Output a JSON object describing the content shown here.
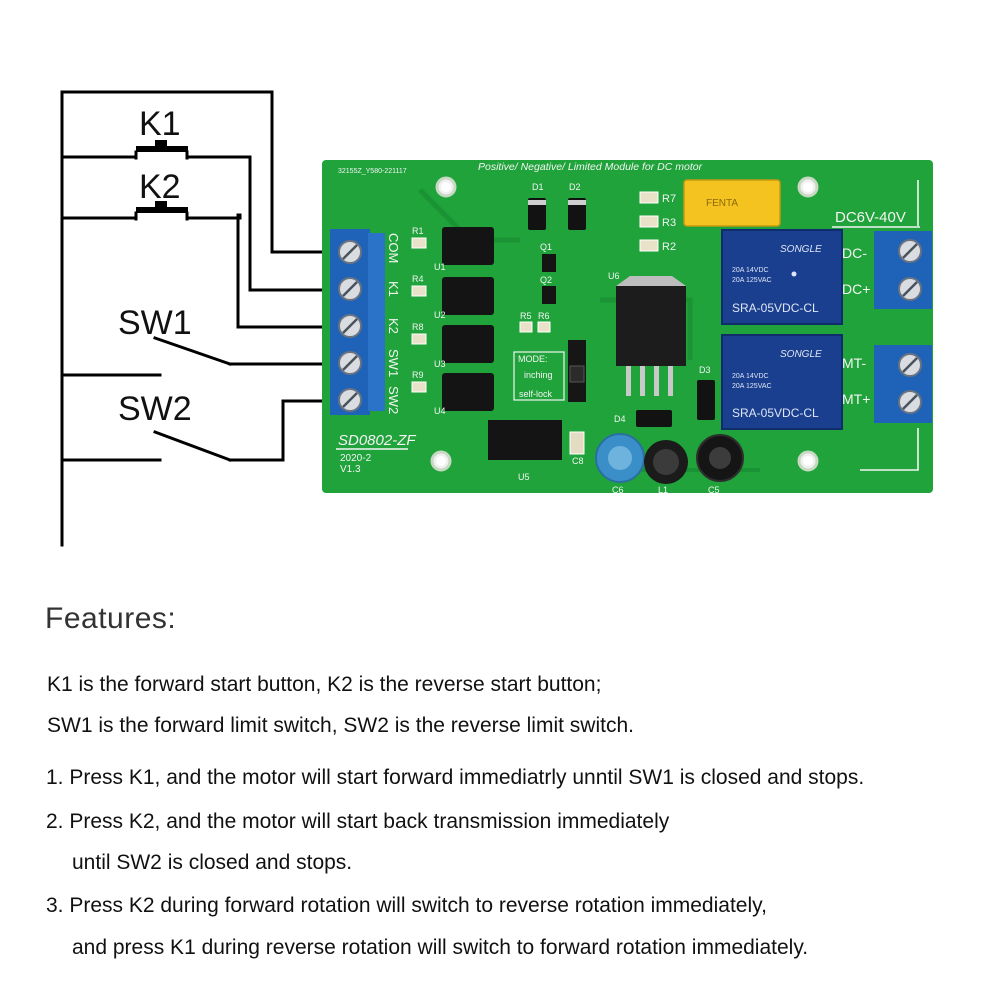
{
  "diagram": {
    "switches": [
      "K1",
      "K2",
      "SW1",
      "SW2"
    ],
    "board": {
      "top_code": "32155Z_Y580-221117",
      "title": "Positive/ Negative/ Limited  Module  for  DC motor",
      "model": "SD0802-ZF",
      "date": "2020-2",
      "version": "V1.3",
      "voltage": "DC6V-40V",
      "terminal_labels": [
        "COM",
        "K1",
        "K2",
        "SW1",
        "SW2"
      ],
      "output_labels": [
        "DC-",
        "DC+",
        "MT-",
        "MT+"
      ],
      "resistors": [
        "R7",
        "R3",
        "R2",
        "R1",
        "R4",
        "R8",
        "R9",
        "R5",
        "R6"
      ],
      "components": [
        "D1",
        "D2",
        "D3",
        "D4",
        "Q1",
        "Q2",
        "U1",
        "U2",
        "U3",
        "U4",
        "U5",
        "U6",
        "C5",
        "C6",
        "C8",
        "L1"
      ],
      "mode_label": "MODE:",
      "mode_options": [
        "inching",
        "self-lock"
      ],
      "relay_text": [
        "SRA-05VDC-CL",
        "SRA-05VDC-CL"
      ],
      "relay_brand": "SONGLE",
      "relay_ratings": [
        "20A 14VDC",
        "20A 125VAC"
      ],
      "fuse_text": "FENTA"
    }
  },
  "features": {
    "title": "Features:",
    "intro": [
      "K1 is the forward start button, K2 is the reverse start button;",
      "SW1 is the forward limit switch, SW2 is the reverse limit switch."
    ],
    "items": [
      "1. Press K1, and the motor will start forward immediatrly unntil SW1 is closed and stops.",
      "2. Press K2, and the motor will start back transmission immediately",
      "until SW2 is closed and stops.",
      "3. Press K2 during forward rotation will switch to reverse rotation immediately,",
      "and press K1 during reverse rotation will switch to forward rotation immediately."
    ]
  },
  "colors": {
    "pcb": "#1fa33a",
    "terminal": "#1e63b8",
    "relay": "#1a3f8f",
    "fuse": "#f4c320"
  }
}
